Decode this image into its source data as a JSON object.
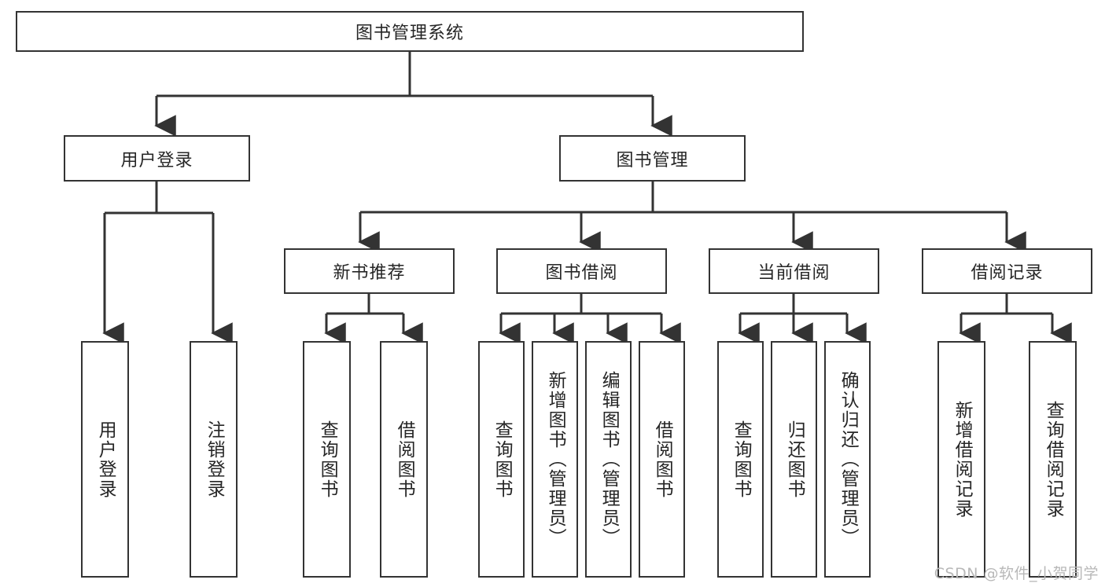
{
  "diagram": {
    "title_node": {
      "label": "图书管理系统"
    },
    "level1": [
      {
        "id": "user-login",
        "label": "用户登录"
      },
      {
        "id": "book-management",
        "label": "图书管理"
      }
    ],
    "level2": [
      {
        "id": "new-book-recommend",
        "label": "新书推荐"
      },
      {
        "id": "book-borrow",
        "label": "图书借阅"
      },
      {
        "id": "current-borrow",
        "label": "当前借阅"
      },
      {
        "id": "borrow-record",
        "label": "借阅记录"
      }
    ],
    "leaves": [
      {
        "id": "leaf-user-login",
        "label": "用户登录",
        "parent": "user-login"
      },
      {
        "id": "leaf-logout-login",
        "label": "注销登录",
        "parent": "user-login"
      },
      {
        "id": "leaf-query-book-1",
        "label": "查询图书",
        "parent": "new-book-recommend"
      },
      {
        "id": "leaf-borrow-book-1",
        "label": "借阅图书",
        "parent": "new-book-recommend"
      },
      {
        "id": "leaf-query-book-2",
        "label": "查询图书",
        "parent": "book-borrow"
      },
      {
        "id": "leaf-add-book",
        "label": "新增图书（管理员）",
        "parent": "book-borrow"
      },
      {
        "id": "leaf-edit-book",
        "label": "编辑图书（管理员）",
        "parent": "book-borrow"
      },
      {
        "id": "leaf-borrow-book-2",
        "label": "借阅图书",
        "parent": "book-borrow"
      },
      {
        "id": "leaf-query-book-3",
        "label": "查询图书",
        "parent": "current-borrow"
      },
      {
        "id": "leaf-return-book",
        "label": "归还图书",
        "parent": "current-borrow"
      },
      {
        "id": "leaf-confirm-return",
        "label": "确认归还（管理员）",
        "parent": "current-borrow"
      },
      {
        "id": "leaf-add-record",
        "label": "新增借阅记录",
        "parent": "borrow-record"
      },
      {
        "id": "leaf-query-record",
        "label": "查询借阅记录",
        "parent": "borrow-record"
      }
    ],
    "colors": {
      "stroke": "#333333",
      "background": "#ffffff",
      "text": "#262626",
      "watermark": "#b8b8b8"
    }
  },
  "watermark": {
    "text": "CSDN @软件_小贺同学"
  }
}
